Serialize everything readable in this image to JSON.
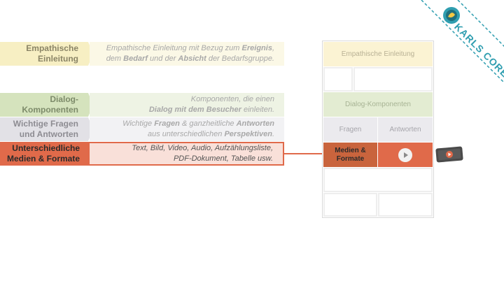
{
  "rows": [
    {
      "label_line1": "Empathische",
      "label_line2": "Einleitung",
      "desc_line1": [
        "Empathische Einleitung mit Bezug zum ",
        "Ereignis",
        ","
      ],
      "desc_line2": [
        "dem ",
        "Bedarf",
        " und der ",
        "Absicht",
        " der Bedarfsgruppe."
      ]
    },
    {
      "label_line1": "Dialog-",
      "label_line2": "Komponenten",
      "desc_line1": [
        "Komponenten, die einen"
      ],
      "desc_line2": [
        "Dialog mit dem Besucher",
        " einleiten."
      ]
    },
    {
      "label_line1": "Wichtige Fragen",
      "label_line2": "und Antworten",
      "desc_line1": [
        "Wichtige ",
        "Fragen",
        " & ganzheitliche ",
        "Antworten"
      ],
      "desc_line2": [
        "aus unterschiedlichen ",
        "Perspektiven",
        "."
      ]
    },
    {
      "label_line1": "Unterschiedliche",
      "label_line2": "Medien & Formate",
      "desc_line1": [
        "Text, Bild, Video, Audio, Aufzählungsliste,"
      ],
      "desc_line2": [
        "PDF-Dokument, Tabelle usw."
      ]
    }
  ],
  "wireframe": {
    "empathische": "Empathische Einleitung",
    "dialog": "Dialog-Komponenten",
    "fragen": "Fragen",
    "antworten": "Antworten",
    "medien_line1": "Medien &",
    "medien_line2": "Formate"
  },
  "brand": {
    "name": "KARLS CORE"
  },
  "colors": {
    "yellow": "#f7efc3",
    "yellow_light": "#fbf8e6",
    "green": "#d5e3bd",
    "green_light": "#eef3e4",
    "gray": "#e2e1e6",
    "gray_light": "#f2f2f4",
    "orange": "#e06a4a",
    "orange_light": "#f9e0d9",
    "dark_orange": "#c9643d",
    "teal": "#2f9eb0"
  },
  "icons": [
    "play-icon",
    "video-icon",
    "logo-icon"
  ]
}
